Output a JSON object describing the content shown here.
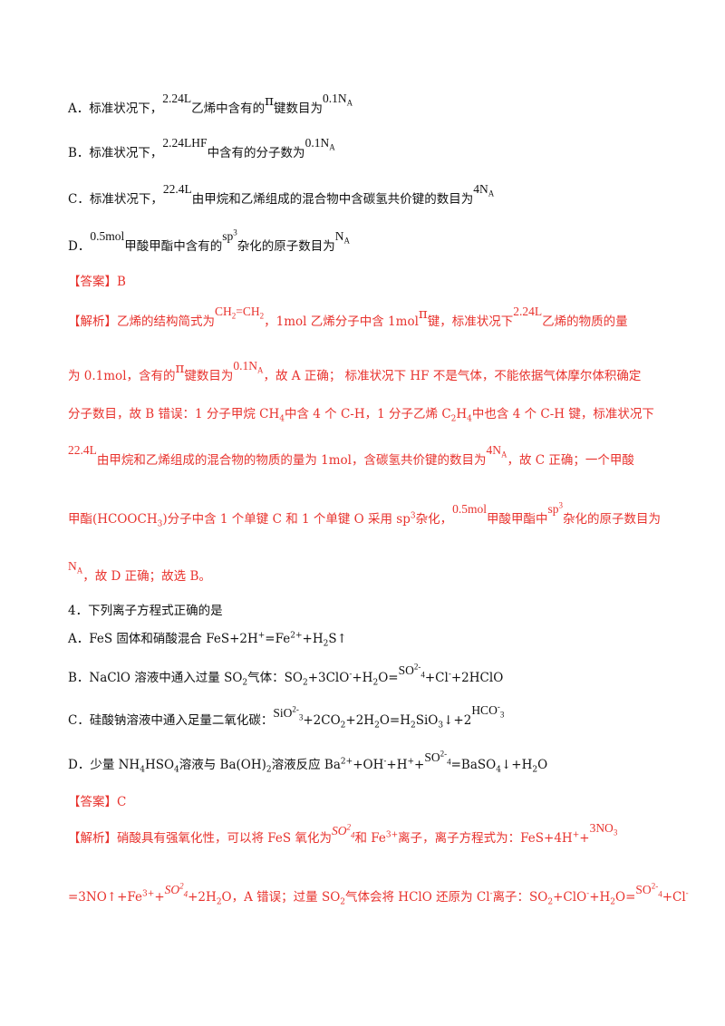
{
  "q3": {
    "optA": {
      "lead": "A．标准状况下，",
      "vol": "2.24L",
      "mid": "乙烯中含有的",
      "pi": "π",
      "tail": "键数目为",
      "num": "0.1N",
      "sub": "A"
    },
    "optB": {
      "lead": "B．标准状况下，",
      "vol": "2.24LHF",
      "mid": "中含有的分子数为",
      "num": "0.1N",
      "sub": "A"
    },
    "optC": {
      "lead": "C．标准状况下，",
      "vol": "22.4L",
      "mid": "由甲烷和乙烯组成的混合物中含碳氢共价键的数目为",
      "num": "4N",
      "sub": "A"
    },
    "optD": {
      "lead": "D．",
      "amt": "0.5mol",
      "mid": "甲酸甲酯中含有的",
      "sp": "sp",
      "sp_sup": "3",
      "tail": "杂化的原子数目为",
      "num": "N",
      "sub": "A"
    },
    "answer": "【答案】B",
    "analysis": {
      "l1a": "【解析】乙烯的结构简式为",
      "l1f": "CH",
      "l1f_sub": "2",
      "l1eq": "=CH",
      "l1f_sub2": "2",
      "l1b": "，1mol 乙烯分子中含 1mol",
      "l1pi": "π",
      "l1c": "键，标准状况下",
      "l1vol": "2.24L",
      "l1d": "乙烯的物质的量",
      "l2a": "为 0.1mol，含有的",
      "l2pi": "π",
      "l2b": "键数目为",
      "l2num": "0.1N",
      "l2sub": "A",
      "l2c": "，故 A 正确； 标准状况下 HF 不是气体，不能依据气体摩尔体积确定",
      "l3a": "分子数目，故 B 错误：1 分子甲烷 CH",
      "l3s1": "4",
      "l3b": "中含 4 个 C-H，1 分子乙烯 C",
      "l3s2": "2",
      "l3c": "H",
      "l3s3": "4",
      "l3d": "中也含 4 个 C-H 键，标准状况下",
      "l4vol": "22.4L",
      "l4a": "由甲烷和乙烯组成的混合物的物质的量为 1mol，含碳氢共价键的数目为",
      "l4num": "4N",
      "l4sub": "A",
      "l4b": "，故 C 正确；一个甲酸",
      "l5a": "甲酯(HCOOCH",
      "l5s": "3",
      "l5b": ")分子中含 1 个单键 C 和 1 个单键 O 采用 sp",
      "l5sup": "3",
      "l5c": "杂化，",
      "l5amt": "0.5mol",
      "l5d": "甲酸甲酯中",
      "l5sp": "sp",
      "l5spsup": "3",
      "l5e": "杂化的原子数目为",
      "l6num": "N",
      "l6sub": "A",
      "l6a": "，故 D 正确；故选 B。"
    }
  },
  "q4": {
    "stem": "4．下列离子方程式正确的是",
    "optA": {
      "a": "A．FeS 固体和硝酸混合 FeS+2H",
      "s1": "+",
      "b": "=Fe",
      "s2": "2+",
      "c": "+H",
      "s3": "2",
      "d": "S↑"
    },
    "optB": {
      "a": "B．NaClO 溶液中通入过量 SO",
      "s1": "2",
      "b": "气体：SO",
      "s2": "2",
      "c": "+3ClO",
      "s3": "-",
      "d": "+H",
      "s4": "2",
      "e": "O=",
      "f1": "SO",
      "f1sub": "4",
      "f1sup": "2-",
      "g": "+Cl",
      "s5": "-",
      "h": "+2HClO"
    },
    "optC": {
      "a": "C．硅酸钠溶液中通入足量二氧化碳：",
      "f1": "SiO",
      "f1sub": "3",
      "f1sup": "2-",
      "b": "+2CO",
      "s1": "2",
      "c": "+2H",
      "s2": "2",
      "d": "O=H",
      "s3": "2",
      "e": "SiO",
      "s4": "3",
      "f": "↓+2",
      "f2": "HCO",
      "f2sub": "3",
      "f2sup": "-"
    },
    "optD": {
      "a": "D．少量 NH",
      "s1": "4",
      "b": "HSO",
      "s2": "4",
      "c": "溶液与 Ba(OH)",
      "s3": "2",
      "d": "溶液反应 Ba",
      "s4": "2+",
      "e": "+OH",
      "s5": "-",
      "f": "+H",
      "s6": "+",
      "g": "+",
      "f1": "SO",
      "f1sub": "4",
      "f1sup": "2-",
      "h": "=BaSO",
      "s7": "4",
      "i": "↓+H",
      "s8": "2",
      "j": "O"
    },
    "answer": "【答案】C",
    "analysis": {
      "l1a": "【解析】硝酸具有强氧化性，可以将 FeS 氧化为",
      "l1f": "SO",
      "l1fsub": "4",
      "l1fsup": "2",
      "l1b": "和 Fe",
      "l1s": "3+",
      "l1c": "离子，离子方程式为：FeS+4H",
      "l1s2": "+",
      "l1d": "+",
      "l1f2": "3NO",
      "l1f2sub": "3",
      "l2a": "=3NO↑+Fe",
      "l2s1": "3+",
      "l2b": "+",
      "l2f": "SO",
      "l2fsub": "4",
      "l2fsup": "2",
      "l2c": "+2H",
      "l2s2": "2",
      "l2d": "O，A 错误；过量 SO",
      "l2s3": "2",
      "l2e": "气体会将 HClO 还原为 Cl",
      "l2s4": "-",
      "l2f2": "离子：SO",
      "l2s5": "2",
      "l2g": "+ClO",
      "l2s6": "-",
      "l2h": "+H",
      "l2s7": "2",
      "l2i": "O=",
      "l2f3": "SO",
      "l2f3sub": "4",
      "l2f3sup": "2-",
      "l2j": "+Cl",
      "l2s8": "-"
    }
  }
}
